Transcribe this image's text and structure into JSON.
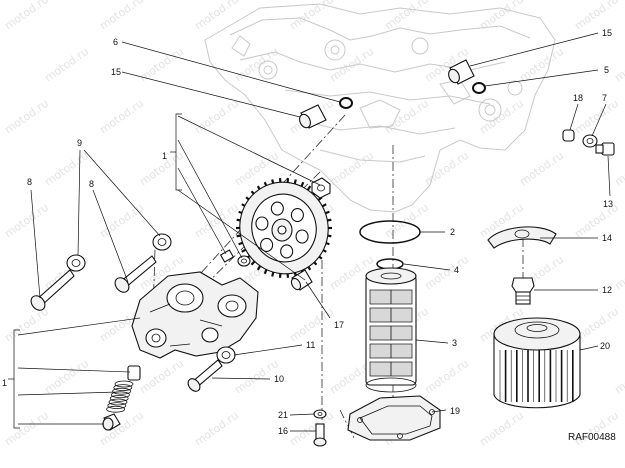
{
  "diagram": {
    "code": "RAF00488",
    "watermark": "motod.ru",
    "callouts": {
      "c1a": "1",
      "c1b": "1",
      "c2": "2",
      "c3": "3",
      "c4": "4",
      "c5": "5",
      "c6": "6",
      "c7": "7",
      "c8a": "8",
      "c8b": "8",
      "c9": "9",
      "c10": "10",
      "c11": "11",
      "c12": "12",
      "c13": "13",
      "c14": "14",
      "c15a": "15",
      "c15b": "15",
      "c16": "16",
      "c17": "17",
      "c18": "18",
      "c19": "19",
      "c20": "20",
      "c21": "21"
    }
  }
}
